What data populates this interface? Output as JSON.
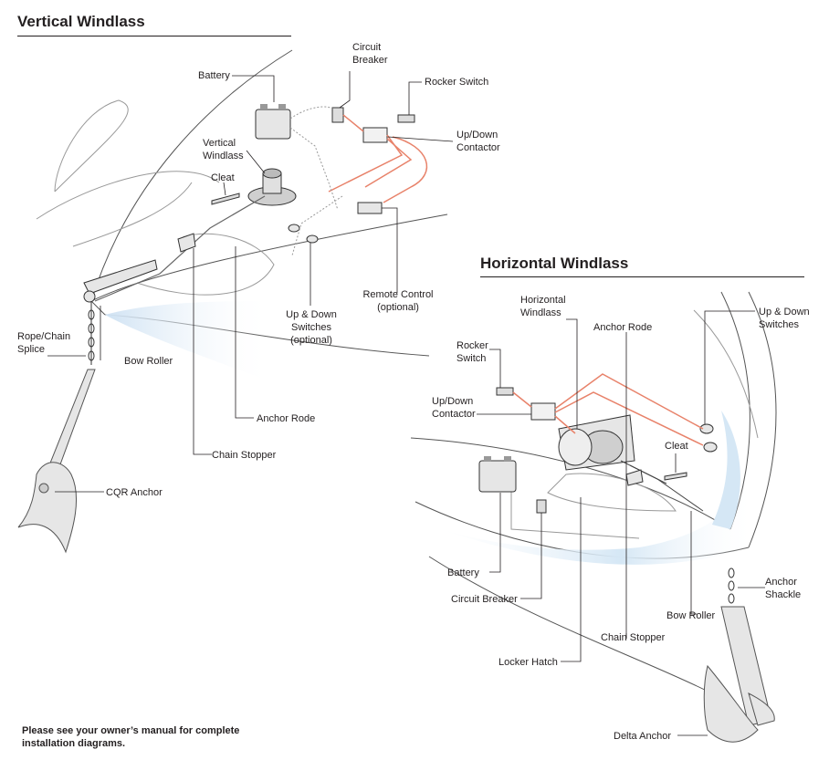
{
  "vertical": {
    "title": "Vertical Windlass",
    "labels": {
      "battery": "Battery",
      "circuit_breaker": "Circuit\nBreaker",
      "rocker_switch": "Rocker Switch",
      "contactor": "Up/Down\nContactor",
      "windlass": "Vertical\nWindlass",
      "cleat": "Cleat",
      "splice": "Rope/Chain\nSplice",
      "bow_roller": "Bow Roller",
      "switches": "Up & Down\nSwitches\n(optional)",
      "remote": "Remote Control\n(optional)",
      "anchor_rode": "Anchor Rode",
      "chain_stopper": "Chain Stopper",
      "anchor": "CQR Anchor"
    }
  },
  "horizontal": {
    "title": "Horizontal Windlass",
    "labels": {
      "windlass": "Horizontal\nWindlass",
      "anchor_rode": "Anchor Rode",
      "switches": "Up & Down\nSwitches",
      "rocker_switch": "Rocker\nSwitch",
      "contactor": "Up/Down\nContactor",
      "cleat": "Cleat",
      "battery": "Battery",
      "circuit_breaker": "Circuit Breaker",
      "anchor_shackle": "Anchor\nShackle",
      "bow_roller": "Bow Roller",
      "chain_stopper": "Chain Stopper",
      "locker_hatch": "Locker Hatch",
      "anchor": "Delta Anchor"
    }
  },
  "footer_note": "Please see your owner’s manual for complete\ninstallation diagrams.",
  "colors": {
    "wire": "#e8826a",
    "hull_shade": "#d5e7f5",
    "line": "#231f20",
    "part": "#e6e6e6"
  }
}
